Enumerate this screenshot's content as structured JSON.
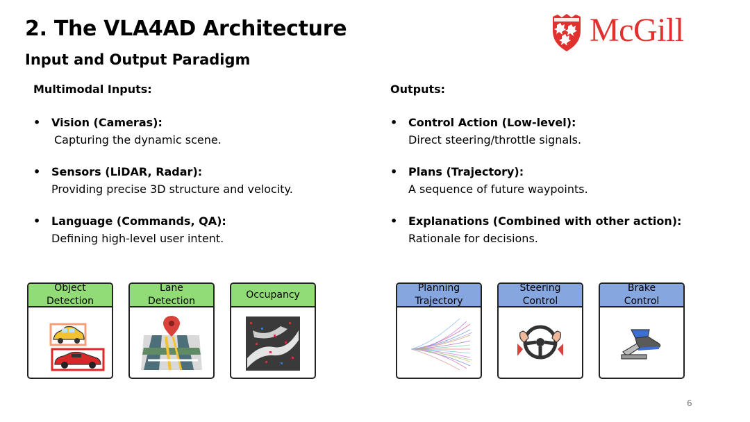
{
  "slide": {
    "title": "2. The VLA4AD Architecture",
    "subtitle": "Input and Output Paradigm",
    "page_number": "6"
  },
  "logo": {
    "text": "McGill",
    "icon": "mcgill-crest-icon",
    "color": "#e0312f"
  },
  "inputs": {
    "heading": "Multimodal Inputs:",
    "items": [
      {
        "title": "Vision (Cameras):",
        "desc": "Capturing the dynamic scene."
      },
      {
        "title": "Sensors (LiDAR, Radar):",
        "desc": "Providing precise 3D structure and velocity."
      },
      {
        "title": "Language (Commands, QA):",
        "desc": "Defining high-level user intent."
      }
    ],
    "cards": [
      {
        "label": "Object\nDetection",
        "icon": "object-detection-icon",
        "color": "#91dc77"
      },
      {
        "label": "Lane\nDetection",
        "icon": "lane-map-icon",
        "color": "#91dc77"
      },
      {
        "label": "Occupancy",
        "icon": "occupancy-grid-icon",
        "color": "#91dc77"
      }
    ]
  },
  "outputs": {
    "heading": "Outputs:",
    "items": [
      {
        "title": "Control Action (Low-level):",
        "desc": "Direct steering/throttle signals."
      },
      {
        "title": "Plans (Trajectory):",
        "desc": "A sequence of future waypoints."
      },
      {
        "title": "Explanations (Combined with other action):",
        "desc": "Rationale for decisions."
      }
    ],
    "cards": [
      {
        "label": "Planning\nTrajectory",
        "icon": "trajectory-fan-icon",
        "color": "#86a6e0"
      },
      {
        "label": "Steering\nControl",
        "icon": "steering-wheel-icon",
        "color": "#86a6e0"
      },
      {
        "label": "Brake\nControl",
        "icon": "brake-pedal-icon",
        "color": "#86a6e0"
      }
    ]
  }
}
